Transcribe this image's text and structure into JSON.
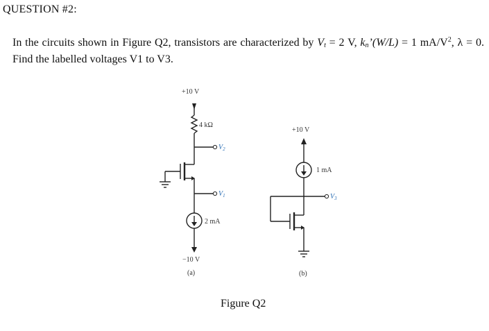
{
  "question": {
    "heading": "QUESTION #2:",
    "intro": "In the circuits shown in Figure Q2, transistors are characterized by ",
    "vt_symbol": "V",
    "vt_sub": "t",
    "vt_value": " = 2 V, ",
    "kn_symbol": "k",
    "kn_sub": "n",
    "kn_rest": "’(W/L)",
    "kn_value": " = 1 mA/V",
    "kn_exp": "2",
    "lambda_text": ", λ = 0. Find the labelled voltages V",
    "v_first": "1",
    "to_text": " to V",
    "v_last": "3",
    "end": "."
  },
  "figure": {
    "caption": "Figure Q2",
    "circuit_a": {
      "supply_top": "+10 V",
      "resistor": "4 kΩ",
      "node_v2_main": "V",
      "node_v2_sub": "2",
      "node_v1_main": "V",
      "node_v1_sub": "1",
      "current_source": "2 mA",
      "supply_bottom": "−10 V",
      "label": "(a)"
    },
    "circuit_b": {
      "supply_top": "+10 V",
      "current_source": "1 mA",
      "node_v3_main": "V",
      "node_v3_sub": "3",
      "label": "(b)"
    }
  }
}
